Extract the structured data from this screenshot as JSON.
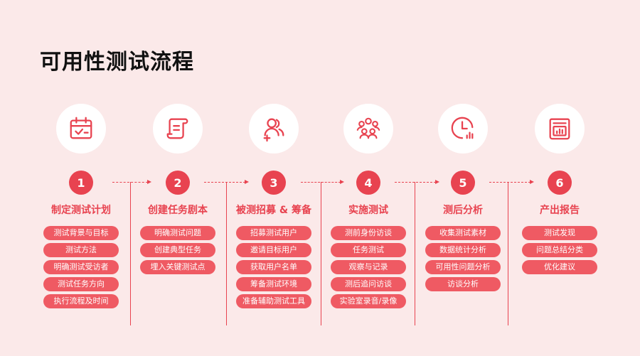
{
  "title": "可用性测试流程",
  "colors": {
    "accent": "#e84350",
    "pill": "#ef5a63",
    "background": "#fbe9e9"
  },
  "steps": [
    {
      "number": "1",
      "title": "制定测试计划",
      "icon": "calendar-check-icon",
      "items": [
        "测试背景与目标",
        "测试方法",
        "明确测试受访者",
        "测试任务方向",
        "执行流程及时间"
      ]
    },
    {
      "number": "2",
      "title": "创建任务剧本",
      "icon": "scroll-icon",
      "items": [
        "明确测试问题",
        "创建典型任务",
        "埋入关键测试点"
      ]
    },
    {
      "number": "3",
      "title": "被测招募 & 筹备",
      "icon": "add-users-icon",
      "items": [
        "招募测试用户",
        "邀请目标用户",
        "获取用户名单",
        "筹备测试环境",
        "准备辅助测试工具"
      ]
    },
    {
      "number": "4",
      "title": "实施测试",
      "icon": "user-group-icon",
      "items": [
        "测前身份访谈",
        "任务测试",
        "观察与记录",
        "测后追问访谈",
        "实验室录音/录像"
      ]
    },
    {
      "number": "5",
      "title": "测后分析",
      "icon": "clock-chart-icon",
      "items": [
        "收集测试素材",
        "数据统计分析",
        "可用性问题分析",
        "访谈分析"
      ]
    },
    {
      "number": "6",
      "title": "产出报告",
      "icon": "report-icon",
      "items": [
        "测试发现",
        "问题总结分类",
        "优化建议"
      ]
    }
  ]
}
